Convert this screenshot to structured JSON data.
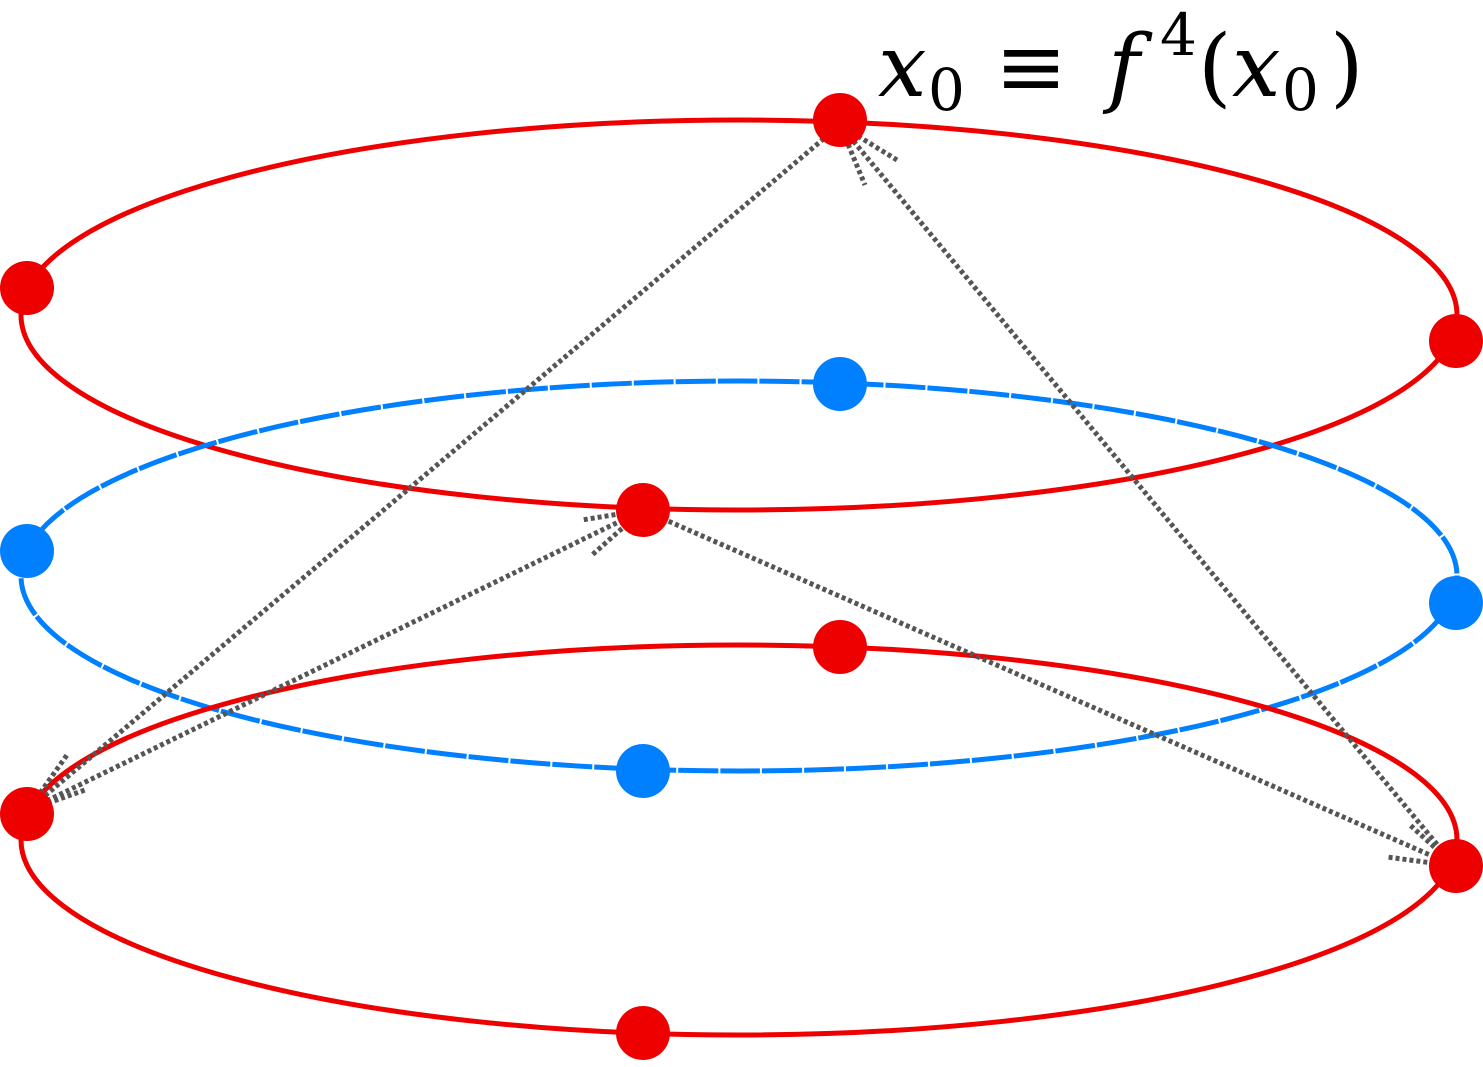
{
  "label": {
    "var": "x",
    "sub": "0",
    "equiv": "≡",
    "func": "f",
    "sup": "4",
    "open": "(",
    "arg": "x",
    "arg_sub": "0",
    "close": ")"
  },
  "colors": {
    "red": "#ee0000",
    "blue": "#0080ff",
    "arrow": "#555555",
    "text": "#000000"
  },
  "rings": [
    {
      "name": "top-ring",
      "color": "red",
      "points": 4
    },
    {
      "name": "middle-ring",
      "color": "blue",
      "points": 4
    },
    {
      "name": "bottom-ring",
      "color": "red",
      "points": 4
    }
  ]
}
